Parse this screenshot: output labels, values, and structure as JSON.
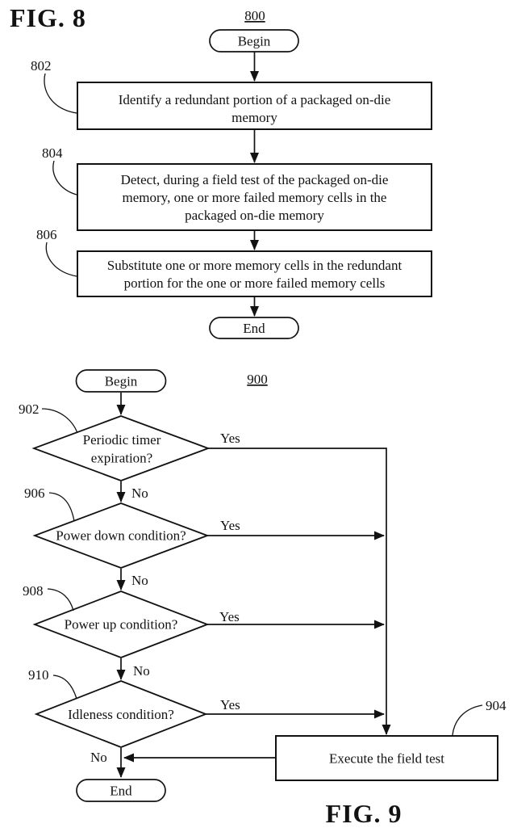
{
  "figure8": {
    "title": "FIG. 8",
    "diagram_ref": "800",
    "begin_label": "Begin",
    "end_label": "End",
    "steps": [
      {
        "ref": "802",
        "lines": [
          "Identify a redundant portion of a packaged on-die",
          "memory"
        ]
      },
      {
        "ref": "804",
        "lines": [
          "Detect, during a field test of the packaged on-die",
          "memory, one or more failed memory cells in the",
          "packaged on-die memory"
        ]
      },
      {
        "ref": "806",
        "lines": [
          "Substitute one or more memory cells in the redundant",
          "portion for the one or more failed memory cells"
        ]
      }
    ]
  },
  "figure9": {
    "title": "FIG. 9",
    "diagram_ref": "900",
    "begin_label": "Begin",
    "end_label": "End",
    "yes_label": "Yes",
    "no_label": "No",
    "decisions": [
      {
        "ref": "902",
        "lines": [
          "Periodic timer",
          "expiration?"
        ]
      },
      {
        "ref": "906",
        "lines": [
          "Power down condition?"
        ]
      },
      {
        "ref": "908",
        "lines": [
          "Power up condition?"
        ]
      },
      {
        "ref": "910",
        "lines": [
          "Idleness condition?"
        ]
      }
    ],
    "action": {
      "ref": "904",
      "label": "Execute the field test"
    }
  },
  "colors": {
    "ink": "#121212",
    "background": "#ffffff"
  }
}
